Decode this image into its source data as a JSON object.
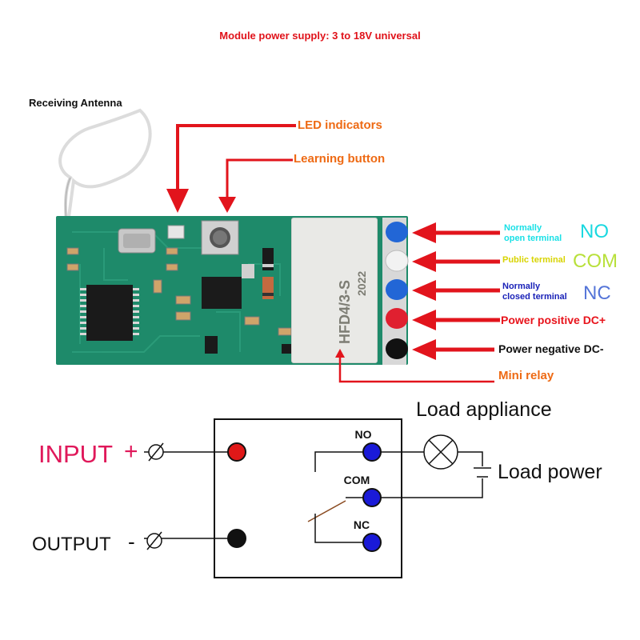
{
  "title": "Module power supply: 3 to 18V universal",
  "antenna_label": "Receiving Antenna",
  "led_label": "LED indicators",
  "learn_label": "Learning button",
  "relay_marking": [
    "HFD4/3-S",
    "2022"
  ],
  "terminals": [
    {
      "label": "Normally open terminal",
      "label_lines": [
        "Normally",
        "open terminal"
      ],
      "code": "NO",
      "label_color": "#19e0e6",
      "code_color": "#19d8e0"
    },
    {
      "label": "Public terminal",
      "label_lines": [
        "Public terminal"
      ],
      "code": "COM",
      "label_color": "#d8d400",
      "code_color": "#b8e03a"
    },
    {
      "label": "Normally closed terminal",
      "label_lines": [
        "Normally",
        "closed terminal"
      ],
      "code": "NC",
      "label_color": "#1a22b8",
      "code_color": "#5575d8"
    },
    {
      "label": "Power positive DC+",
      "code": "",
      "label_color": "#e8131b"
    },
    {
      "label": "Power negative DC-",
      "code": "",
      "label_color": "#111111"
    }
  ],
  "mini_relay_label": "Mini relay",
  "diagram": {
    "input": "INPUT",
    "plus": "+",
    "output": "OUTPUT",
    "minus": "-",
    "no": "NO",
    "com": "COM",
    "nc": "NC",
    "load_appliance": "Load appliance",
    "load_power": "Load power"
  },
  "colors": {
    "arrow_red": "#e2141c",
    "pcb_green": "#1e8a6a",
    "orange": "#ee6a14",
    "terminal_blue": "#1a1ad8",
    "dot_red": "#e01818"
  }
}
